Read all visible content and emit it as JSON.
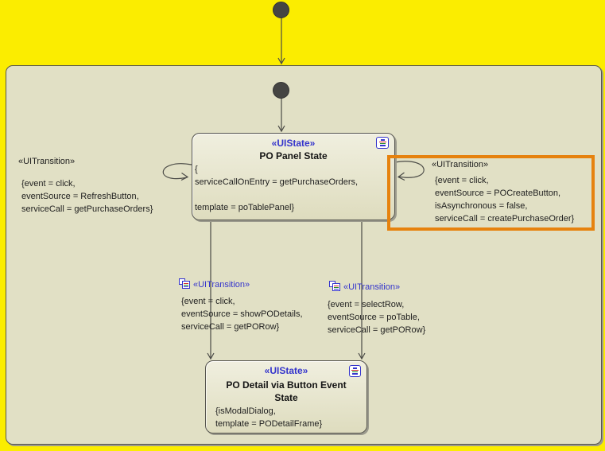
{
  "diagram": {
    "colors": {
      "page_background": "#fbed00",
      "canvas_background": "#e1e0c5",
      "node_border": "#55544e",
      "connector": "#4a4a46",
      "stereotype_blue": "#3434cc",
      "text": "#1e1e1e",
      "highlight_orange": "#e6820e",
      "initial_node_fill": "#454543"
    },
    "states": {
      "po_panel": {
        "stereotype": "«UIState»",
        "name": "PO Panel State",
        "body": [
          "{",
          "serviceCallOnEntry = getPurchaseOrders,",
          "",
          "template = poTablePanel}"
        ]
      },
      "po_detail": {
        "stereotype": "«UIState»",
        "name_line1": "PO Detail via Button Event",
        "name_line2": "State",
        "body": [
          "{isModalDialog,",
          "template = PODetailFrame}"
        ]
      }
    },
    "transitions": {
      "refresh": {
        "stereotype": "«UITransition»",
        "props": [
          "{event = click,",
          "eventSource = RefreshButton,",
          "serviceCall = getPurchaseOrders}"
        ]
      },
      "create": {
        "stereotype": "«UITransition»",
        "props": [
          "{event = click,",
          "eventSource = POCreateButton,",
          "isAsynchronous = false,",
          "serviceCall = createPurchaseOrder}"
        ]
      },
      "show_details": {
        "stereotype": "«UITransition»",
        "props": [
          "{event = click,",
          "eventSource = showPODetails,",
          "serviceCall = getPORow}"
        ]
      },
      "select_row": {
        "stereotype": "«UITransition»",
        "props": [
          "{event = selectRow,",
          "eventSource = poTable,",
          "serviceCall = getPORow}"
        ]
      }
    }
  }
}
